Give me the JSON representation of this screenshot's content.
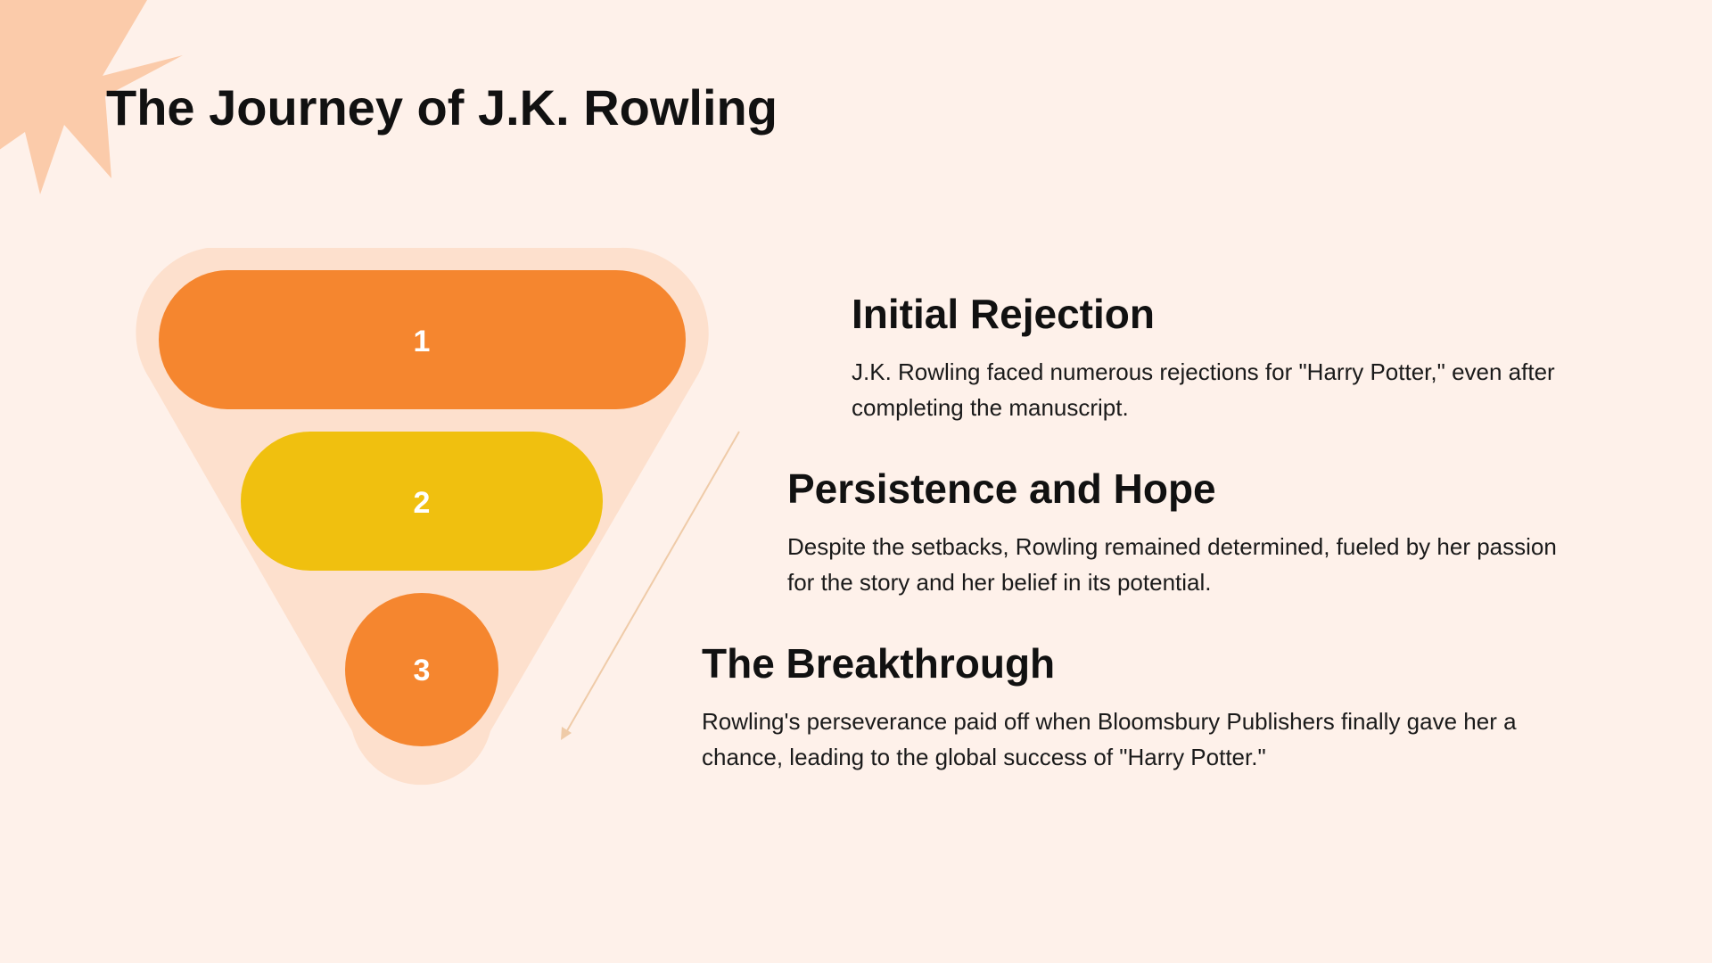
{
  "title": "The Journey of J.K. Rowling",
  "colors": {
    "background": "#FEF1EA",
    "funnel_backdrop": "#FDE0CD",
    "stage_orange": "#F5862F",
    "stage_yellow": "#F0C00F",
    "burst": "#FBCBAA",
    "arrow": "#EFCBA8"
  },
  "funnel": {
    "stages": [
      {
        "number": "1"
      },
      {
        "number": "2"
      },
      {
        "number": "3"
      }
    ]
  },
  "steps": [
    {
      "heading": "Initial Rejection",
      "body": "J.K. Rowling faced numerous rejections for \"Harry Potter,\" even after completing the manuscript."
    },
    {
      "heading": "Persistence and Hope",
      "body": "Despite the setbacks, Rowling remained determined, fueled by her passion for the story and her belief in its potential."
    },
    {
      "heading": "The Breakthrough",
      "body": "Rowling's perseverance paid off when Bloomsbury Publishers finally gave her a chance, leading to the global success of \"Harry Potter.\""
    }
  ]
}
